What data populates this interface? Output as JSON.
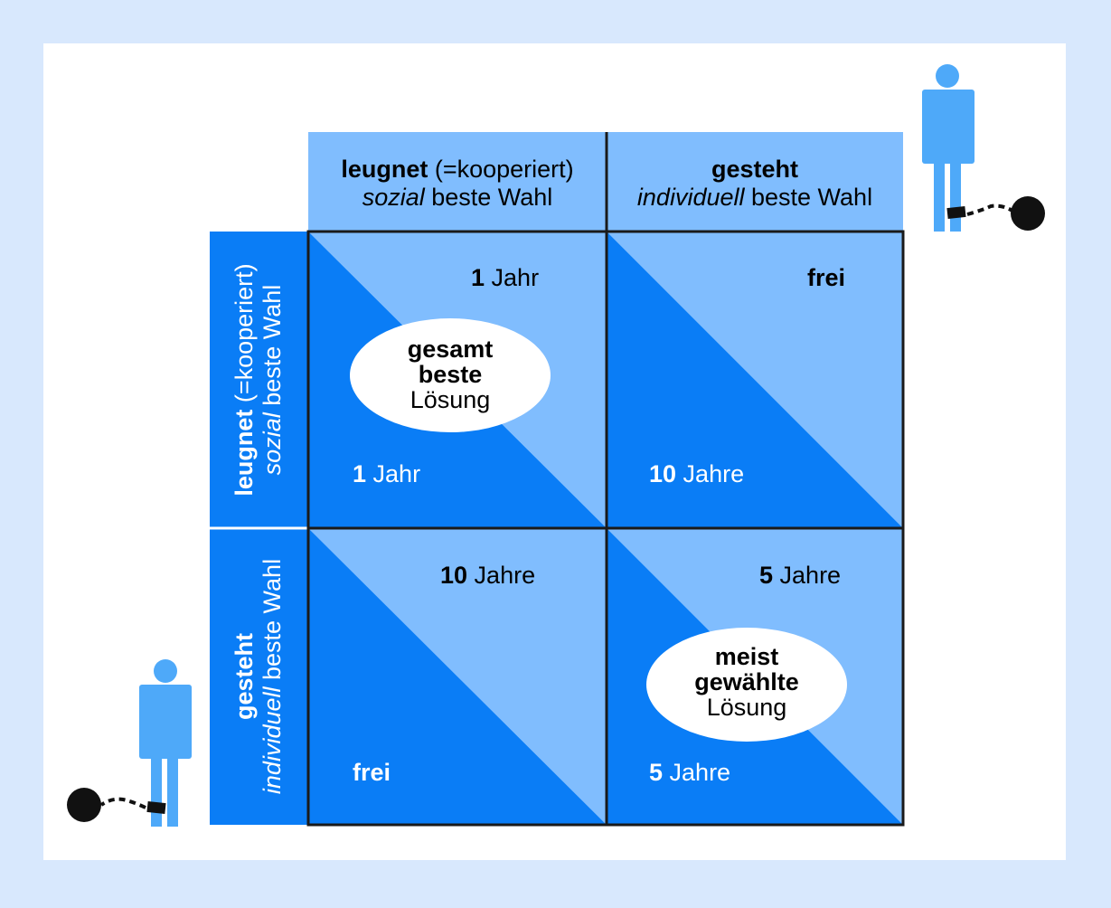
{
  "colors": {
    "background": "#d8e8fd",
    "panel": "#ffffff",
    "light_blue": "#80bdfe",
    "dark_blue": "#0a7df6",
    "figure_blue": "#4ea9f9",
    "border": "#1a1a1a"
  },
  "col_headers": [
    {
      "strong": "leugnet",
      "rest": " (=kooperiert)",
      "em": "sozial",
      "tail": " beste Wahl"
    },
    {
      "strong": "gesteht",
      "rest": "",
      "em": "individuell",
      "tail": " beste Wahl"
    }
  ],
  "row_headers": [
    {
      "strong": "leugnet",
      "rest": " (=kooperiert)",
      "em": "sozial",
      "tail": " beste Wahl"
    },
    {
      "strong": "gesteht",
      "rest": "",
      "em": "individuell",
      "tail": " beste Wahl"
    }
  ],
  "cells": [
    {
      "col_num": "1",
      "col_unit": " Jahr",
      "row_num": "1",
      "row_unit": " Jahr"
    },
    {
      "col_num": "frei",
      "col_unit": "",
      "row_num": "10",
      "row_unit": " Jahre"
    },
    {
      "col_num": "10",
      "col_unit": " Jahre",
      "row_num": "frei",
      "row_unit": ""
    },
    {
      "col_num": "5",
      "col_unit": " Jahre",
      "row_num": "5",
      "row_unit": " Jahre"
    }
  ],
  "ellipses": [
    {
      "line1": "gesamt",
      "line2": "beste",
      "line3": "Lösung"
    },
    {
      "line1": "meist",
      "line2": "gewählte",
      "line3": "Lösung"
    }
  ],
  "icons": [
    "prisoner-figure-icon",
    "ball-and-chain-icon"
  ]
}
